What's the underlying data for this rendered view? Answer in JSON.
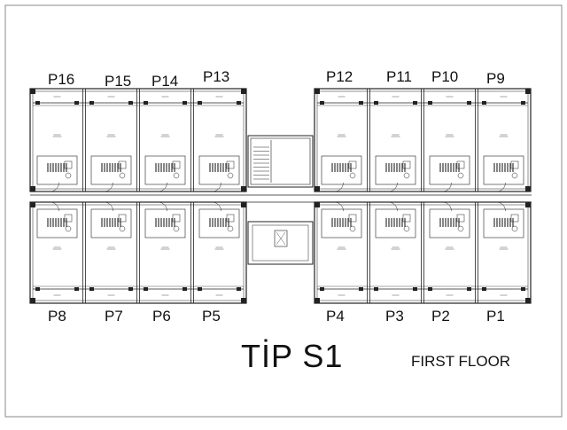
{
  "plan": {
    "title": "TİP S1",
    "subtitle": "FIRST FLOOR",
    "units_top": [
      "P16",
      "P15",
      "P14",
      "P13",
      "P12",
      "P11",
      "P10",
      "P9"
    ],
    "units_bottom": [
      "P8",
      "P7",
      "P6",
      "P5",
      "P4",
      "P3",
      "P2",
      "P1"
    ]
  }
}
